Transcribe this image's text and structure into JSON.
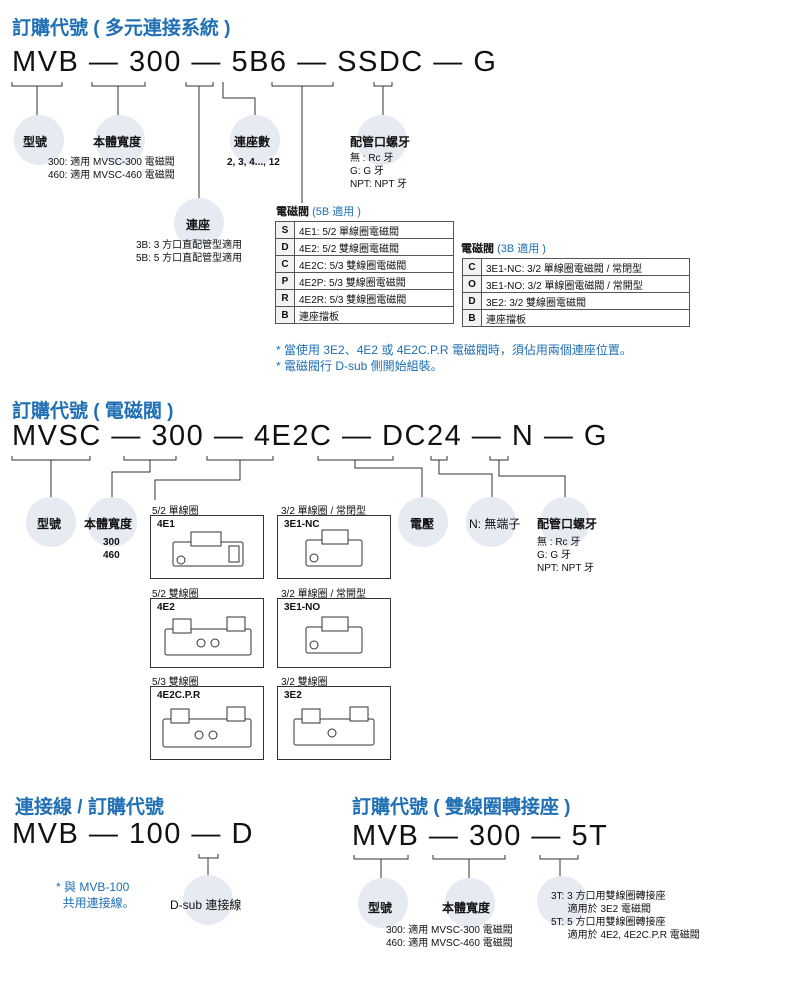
{
  "section1": {
    "title": "訂購代號 ( 多元連接系統 )",
    "code": "MVB — 300 — 5B6 — SSDC — G",
    "model_label": "型號",
    "width_label": "本體寬度",
    "width_lines": "300: 適用 MVSC-300 電磁閥\n460: 適用 MVSC-460 電磁閥",
    "station_label": "連座數",
    "station_values": "2, 3, 4..., 12",
    "port_label": "配管口螺牙",
    "port_lines": "無 : Rc 牙\nG: G 牙\nNPT: NPT 牙",
    "connect_label": "連座",
    "connect_lines": "3B: 3 方口直配管型適用\n5B: 5 方口直配管型適用",
    "table5b": {
      "caption": "電磁閥",
      "caption_note": "(5B 適用 )",
      "rows": [
        {
          "key": "S",
          "text": "4E1: 5/2 單線圈電磁閥"
        },
        {
          "key": "D",
          "text": "4E2: 5/2 雙線圈電磁閥"
        },
        {
          "key": "C",
          "text": "4E2C: 5/3 雙線圈電磁閥"
        },
        {
          "key": "P",
          "text": "4E2P: 5/3 雙線圈電磁閥"
        },
        {
          "key": "R",
          "text": "4E2R: 5/3 雙線圈電磁閥"
        },
        {
          "key": "B",
          "text": "連座擋板"
        }
      ]
    },
    "table3b": {
      "caption": "電磁閥",
      "caption_note": "(3B 適用 )",
      "rows": [
        {
          "key": "C",
          "text": "3E1-NC: 3/2 單線圈電磁閥 / 常閉型"
        },
        {
          "key": "O",
          "text": "3E1-NO: 3/2 單線圈電磁閥 / 常開型"
        },
        {
          "key": "D",
          "text": "3E2: 3/2 雙線圈電磁閥"
        },
        {
          "key": "B",
          "text": "連座擋板"
        }
      ]
    },
    "notes": "* 當使用 3E2、4E2 或 4E2C.P.R 電磁閥時，須佔用兩個連座位置。\n* 電磁閥行 D-sub 側開始組裝。"
  },
  "section2": {
    "title": "訂購代號 ( 電磁閥 )",
    "code": "MVSC — 300 — 4E2C — DC24 — N — G",
    "model_label": "型號",
    "width_label": "本體寬度",
    "width_values": "300\n460",
    "voltage_label": "電壓",
    "n_label": "N: 無端子",
    "port_label": "配管口螺牙",
    "port_lines": "無 : Rc 牙\nG: G 牙\nNPT: NPT 牙",
    "valves": [
      {
        "caption": "5/2 單線圈",
        "code": "4E1"
      },
      {
        "caption": "3/2 單線圈 / 常閉型",
        "code": "3E1-NC"
      },
      {
        "caption": "5/2 雙線圈",
        "code": "4E2"
      },
      {
        "caption": "3/2 單線圈 / 常開型",
        "code": "3E1-NO"
      },
      {
        "caption": "5/3 雙線圈",
        "code": "4E2C.P.R"
      },
      {
        "caption": "3/2 雙線圈",
        "code": "3E2"
      }
    ]
  },
  "section3": {
    "title": "連接線 / 訂購代號",
    "code": "MVB — 100 — D",
    "note": "* 與 MVB-100\n  共用連接線。",
    "dsub_label": "D-sub 連接線"
  },
  "section4": {
    "title": "訂購代號 ( 雙線圈轉接座 )",
    "code": "MVB — 300 — 5T",
    "model_label": "型號",
    "width_label": "本體寬度",
    "width_lines": "300: 適用 MVSC-300 電磁閥\n460: 適用 MVSC-460 電磁閥",
    "type_lines": "3T: 3 方口用雙線圈轉接座\n      適用於 3E2 電磁閥\n5T: 5 方口用雙線圈轉接座\n      適用於 4E2, 4E2C.P.R 電磁閥"
  }
}
